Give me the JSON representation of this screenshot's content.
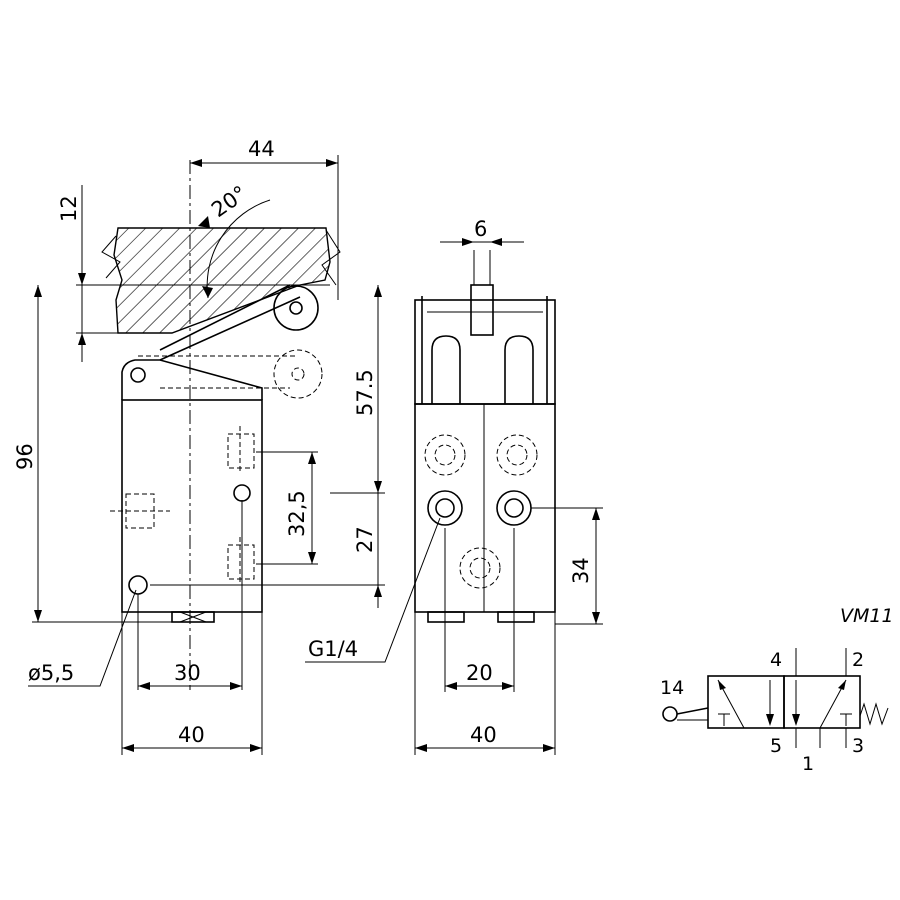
{
  "dimensions": {
    "top_width": "44",
    "roller_offset": "12",
    "angle": "20°",
    "total_height": "96",
    "height_upper": "57.5",
    "height_lower": "27",
    "port_spacing": "32,5",
    "base_width_left": "40",
    "hole_spacing": "30",
    "hole_diameter": "ø5,5",
    "stem_width": "6",
    "port_thread": "G1/4",
    "port_pitch": "20",
    "port_height": "34",
    "base_width_right": "40"
  },
  "symbol": {
    "model": "VM11",
    "port_14": "14",
    "port_4": "4",
    "port_2": "2",
    "port_5": "5",
    "port_1": "1",
    "port_3": "3"
  }
}
